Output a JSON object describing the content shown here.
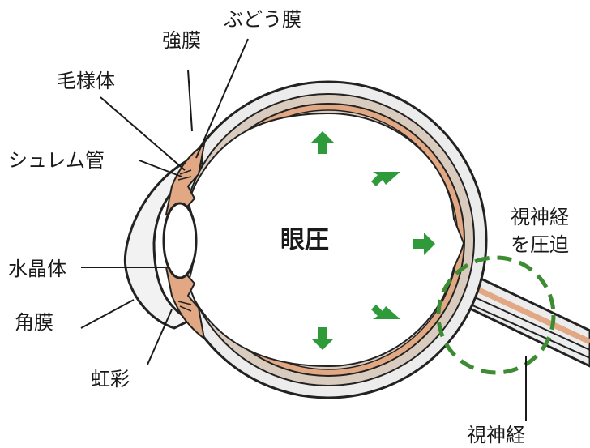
{
  "diagram": {
    "labels": {
      "sclera": "強膜",
      "uvea": "ぶどう膜",
      "ciliary_body": "毛様体",
      "schlemm_canal": "シュレム管",
      "lens": "水晶体",
      "cornea": "角膜",
      "iris": "虹彩",
      "intraocular_pressure": "眼圧",
      "optic_nerve_compression_line1": "視神経",
      "optic_nerve_compression_line2": "を圧迫",
      "optic_nerve": "視神経"
    },
    "colors": {
      "sclera_fill": "#ececec",
      "choroid_band": "#d9ccbf",
      "uvea_orange": "#e2a783",
      "arrow_green": "#2e9a3a",
      "dashed_circle_green": "#3d8c33",
      "outline": "#222222"
    }
  }
}
